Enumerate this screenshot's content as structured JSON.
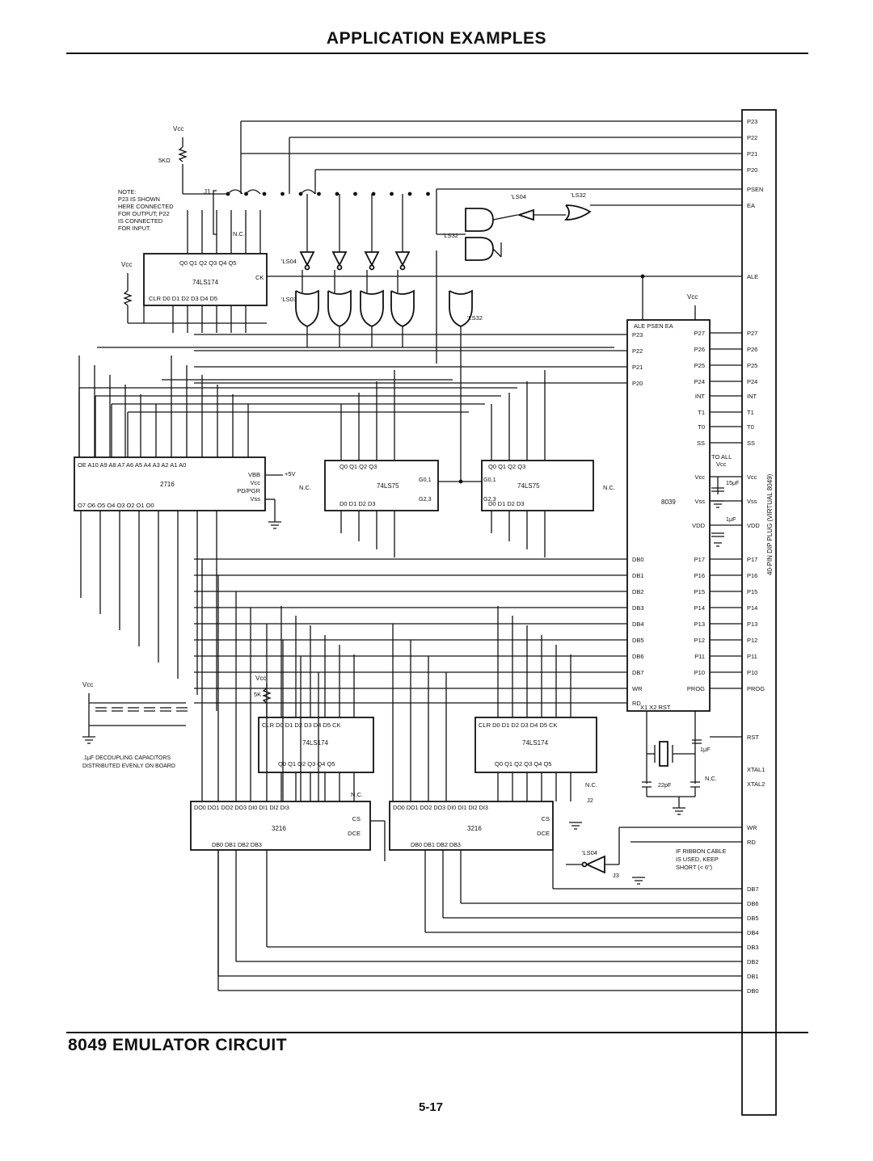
{
  "header": {
    "title": "APPLICATION EXAMPLES"
  },
  "caption": "8049 EMULATOR CIRCUIT",
  "page_number": "5-17",
  "note": {
    "lines": [
      "NOTE:",
      "P23 IS SHOWN",
      "HERE CONNECTED",
      "FOR OUTPUT; P22",
      "IS CONNECTED",
      "FOR INPUT."
    ]
  },
  "labels": {
    "vcc": "Vcc",
    "resistor_5k_top": "5KΩ",
    "resistor_5k_bottom": "5K",
    "jumper_j1": "J1",
    "jumper_j2": "J2",
    "jumper_j3": "J3",
    "nc": "N.C.",
    "plus5v": "+5V",
    "ls04": "'LS04",
    "ls03": "'LS03",
    "ls32": "'LS32",
    "decoupling": [
      ".1μF DECOUPLING CAPACITORS",
      "DISTRIBUTED EVENLY ON BOARD"
    ],
    "ribbon": [
      "IF RIBBON CABLE",
      "IS USED, KEEP",
      "SHORT (< 6\")"
    ],
    "to_all_vcc": [
      "TO ALL",
      "Vcc"
    ],
    "cap_15uf": "15μF",
    "cap_1uf": "1μF",
    "cap_1uf_b": "1μF",
    "cap_22pf": "22pF",
    "dip_plug": "40-PIN DIP PLUG (VIRTUAL 8049)"
  },
  "chips": {
    "ls174_top": {
      "name": "74LS174",
      "pins_top": "Q0  Q1  Q2  Q3  Q4  Q5",
      "pins_bot": "CLR   D0  D1  D2  D3  D4  D5",
      "ck": "CK"
    },
    "eprom": {
      "name": "2716",
      "pins_top": "OE A10 A9 A8 A7 A6 A5 A4 A3 A2 A1 A0",
      "pins_bot": "O7 O6 O5 O4 O3 O2 O1 O0",
      "right_pins": [
        "VBB",
        "Vcc",
        "PD/PGR",
        "Vss"
      ]
    },
    "ls75_a": {
      "name": "74LS75",
      "pins_top": "Q0  Q1  Q2  Q3",
      "pins_bot": "D0  D1  D2  D3",
      "g01": "G0,1",
      "g23": "G2,3"
    },
    "ls75_b": {
      "name": "74LS75",
      "pins_top": "Q0  Q1  Q2  Q3",
      "pins_bot": "D0  D1  D2  D3",
      "g01": "G0,1",
      "g23": "G2,3"
    },
    "cpu": {
      "name": "8039",
      "top_pins": "ALE  PSEN   EA",
      "left_pins": [
        "P23",
        "P22",
        "P21",
        "P20",
        "DB0",
        "DB1",
        "DB2",
        "DB3",
        "DB4",
        "DB5",
        "DB6",
        "DB7",
        "WR",
        "RD"
      ],
      "right_pins": [
        "P27",
        "P26",
        "P25",
        "P24",
        "INT",
        "T1",
        "T0",
        "SS",
        "Vcc",
        "Vss",
        "VDD",
        "P17",
        "P16",
        "P15",
        "P14",
        "P13",
        "P12",
        "P11",
        "P10",
        "PROG"
      ],
      "bottom_pins": "X1        X2  RST"
    },
    "ls174_b1": {
      "name": "74LS174",
      "pins_top": "CLR D0 D1 D2 D3 D4 D5 CK",
      "pins_bot": "Q0  Q1  Q2  Q3  Q4  Q5"
    },
    "ls174_b2": {
      "name": "74LS174",
      "pins_top": "CLR D0 D1 D2 D3 D4 D5 CK",
      "pins_bot": "Q0  Q1  Q2  Q3  Q4  Q5"
    },
    "ic3216_a": {
      "name": "3216",
      "pins_top": "DO0 DO1 DO2 DO3     DI0 DI1 DI2 DI3",
      "cs": "CS",
      "dce": "DCE",
      "pins_bot": "DB0 DB1 DB2 DB3"
    },
    "ic3216_b": {
      "name": "3216",
      "pins_top": "DO0 DO1 DO2 DO3     DI0 DI1 DI2 DI3",
      "cs": "CS",
      "dce": "DCE",
      "pins_bot": "DB0 DB1 DB2 DB3"
    }
  },
  "plug_pins": [
    "P23",
    "P22",
    "P21",
    "P20",
    "PSEN",
    "EA",
    "ALE",
    "P27",
    "P26",
    "P25",
    "P24",
    "INT",
    "T1",
    "T0",
    "SS",
    "Vcc",
    "Vss",
    "VDD",
    "P17",
    "P16",
    "P15",
    "P14",
    "P13",
    "P12",
    "P11",
    "P10",
    "PROG",
    "RST",
    "XTAL1",
    "XTAL2",
    "WR",
    "RD",
    "DB7",
    "DB6",
    "DB5",
    "DB4",
    "DB3",
    "DB2",
    "DB1",
    "DB0"
  ]
}
